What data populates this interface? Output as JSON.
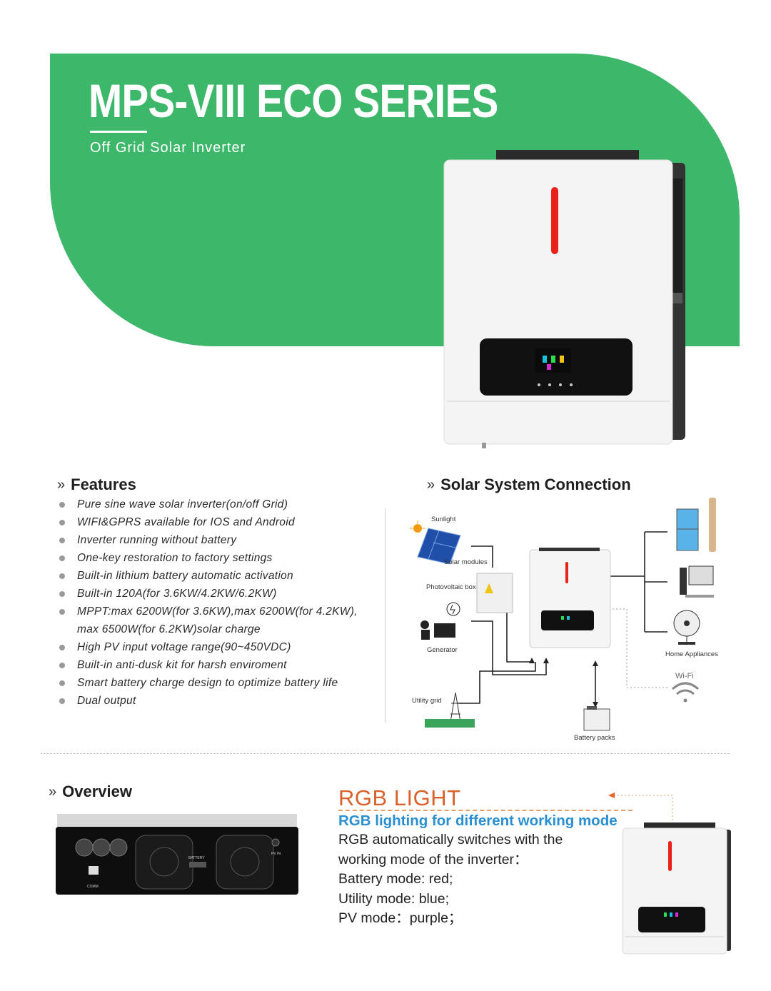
{
  "header": {
    "title": "MPS-VIII ECO SERIES",
    "subtitle": "Off Grid Solar Inverter",
    "brand_green": "#3db76a"
  },
  "features": {
    "heading": "Features",
    "items": [
      "Pure sine wave solar inverter(on/off Grid)",
      "WIFI&GPRS available for IOS and Android",
      "Inverter running without battery",
      "One-key restoration to factory settings",
      "Built-in lithium battery automatic activation",
      "Built-in 120A(for 3.6KW/4.2KW/6.2KW)",
      "MPPT:max 6200W(for 3.6KW),max 6200W(for 4.2KW),",
      "max 6500W(for 6.2KW)solar charge",
      "High PV input voltage range(90~450VDC)",
      "Built-in anti-dusk kit for harsh enviroment",
      "Smart battery charge design to optimize battery life",
      "Dual output"
    ]
  },
  "connection": {
    "heading": "Solar System Connection",
    "labels": {
      "sunlight": "Sunlight",
      "solar_modules": "Solar modules",
      "pv_box": "Photovoltaic box",
      "generator": "Generator",
      "utility": "Utility grid",
      "battery": "Battery packs",
      "appliances": "Home Appliances",
      "wifi": "Wi-Fi"
    }
  },
  "overview": {
    "heading": "Overview",
    "panel_labels": {
      "battery": "BATTERY",
      "comm": "COMM",
      "pv": "PV IN"
    }
  },
  "rgb": {
    "title": "RGB LIGHT",
    "subtitle": "RGB lighting for different working mode",
    "lines": [
      "RGB automatically switches with the",
      "working mode of the inverter：",
      "Battery mode: red;",
      "Utility mode: blue;",
      "PV mode：purple；"
    ],
    "accent": "#d8622a",
    "sub_color": "#2a8fd0"
  }
}
